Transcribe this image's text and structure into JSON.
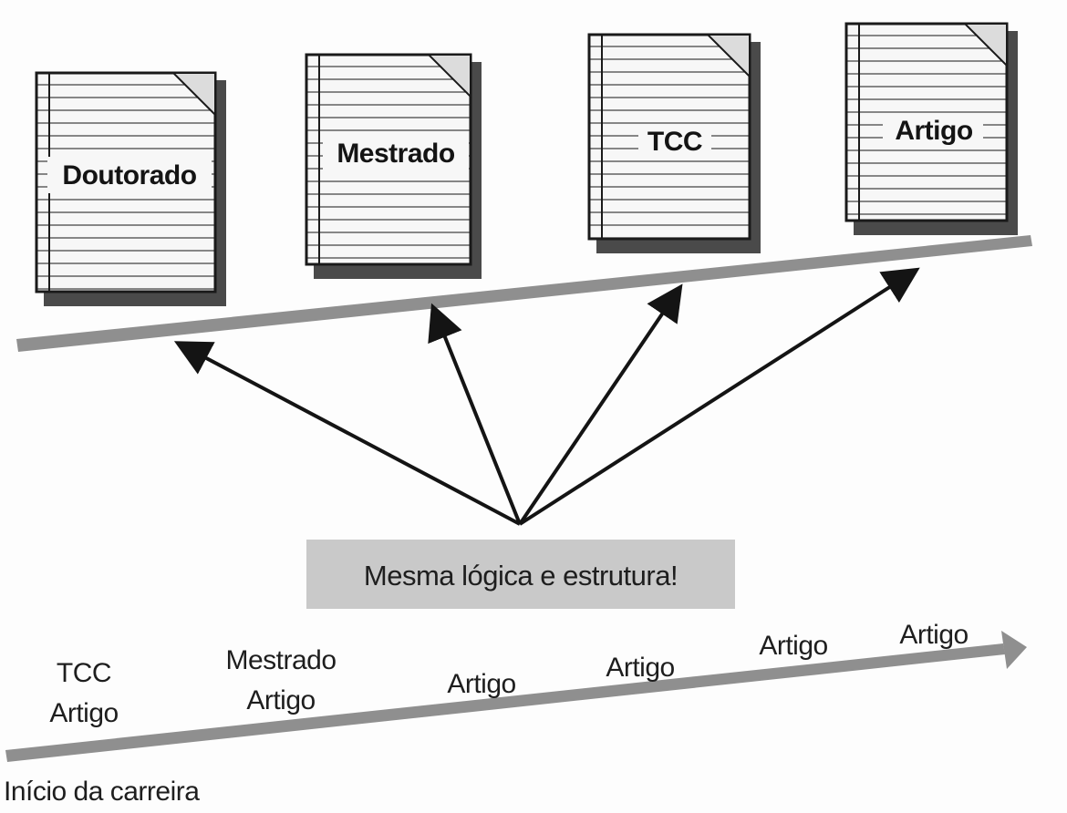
{
  "documents": [
    {
      "label": "Doutorado"
    },
    {
      "label": "Mestrado"
    },
    {
      "label": "TCC"
    },
    {
      "label": "Artigo"
    }
  ],
  "center_box": {
    "label": "Mesma lógica e estrutura!"
  },
  "timeline": {
    "groups": [
      {
        "lines": [
          "TCC",
          "Artigo"
        ]
      },
      {
        "lines": [
          "Mestrado",
          "Artigo"
        ]
      },
      {
        "lines": [
          "Artigo"
        ]
      },
      {
        "lines": [
          "Artigo"
        ]
      },
      {
        "lines": [
          "Artigo"
        ]
      },
      {
        "lines": [
          "Artigo"
        ]
      }
    ],
    "start_label": "Início da carreira"
  },
  "colors": {
    "ink": "#141414",
    "bar": "#8f8f8f",
    "box": "#c9c9c9",
    "paper": "#f7f7f7"
  }
}
